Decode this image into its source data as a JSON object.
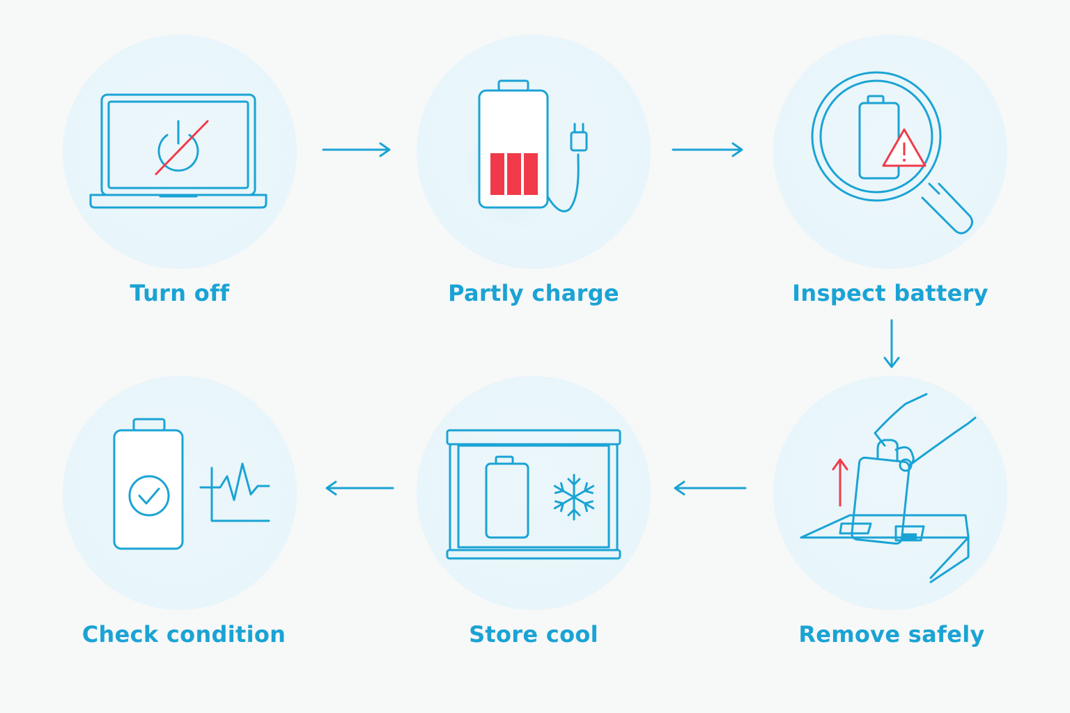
{
  "steps": [
    {
      "id": "turn-off",
      "label": "Turn off",
      "icon": "laptop-power-off-icon"
    },
    {
      "id": "partly-charge",
      "label": "Partly charge",
      "icon": "battery-charging-icon"
    },
    {
      "id": "inspect-battery",
      "label": "Inspect battery",
      "icon": "magnifier-battery-warning-icon"
    },
    {
      "id": "remove-safely",
      "label": "Remove safely",
      "icon": "hand-remove-battery-icon"
    },
    {
      "id": "store-cool",
      "label": "Store cool",
      "icon": "battery-snowflake-box-icon"
    },
    {
      "id": "check-condition",
      "label": "Check condition",
      "icon": "battery-check-pulse-icon"
    }
  ],
  "colors": {
    "stroke": "#1aa3d4",
    "label": "#1aa3d4",
    "accent_red": "#f03a4a",
    "circle_fill": "#e8f5fa",
    "background": "#f7f8f8"
  }
}
